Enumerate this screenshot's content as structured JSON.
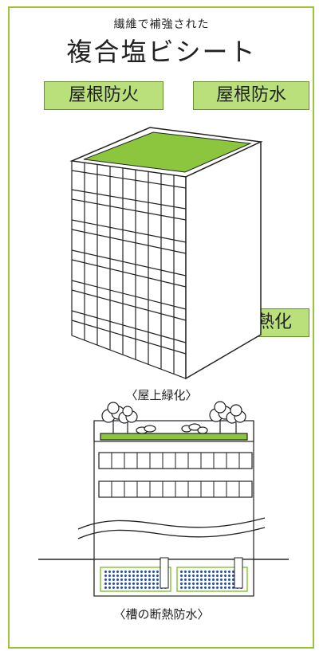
{
  "header": {
    "subtitle": "繊維で補強された",
    "title": "複合塩ビシート"
  },
  "labels": {
    "roof_fireproof": "屋根防火",
    "roof_waterproof": "屋根防水",
    "insulation": "高断熱化"
  },
  "captions": {
    "rooftop_greening": "〈屋上緑化〉",
    "tank_insulation": "〈槽の断熱防水〉"
  },
  "colors": {
    "frame_border": "#9cc43a",
    "roof_green": "#8cc63f",
    "label_bg": "#b9e07a",
    "tank_dots": "#1f4fa8"
  }
}
